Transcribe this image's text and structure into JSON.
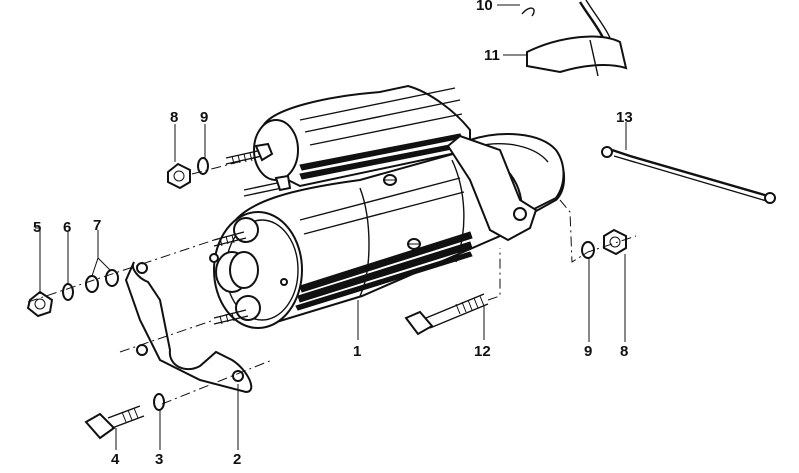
{
  "diagram": {
    "callouts": {
      "c1": "1",
      "c2": "2",
      "c3": "3",
      "c4": "4",
      "c5": "5",
      "c6": "6",
      "c7": "7",
      "c8_left": "8",
      "c9_left": "9",
      "c8_right": "8",
      "c9_right": "9",
      "c10": "10",
      "c11": "11",
      "c12": "12",
      "c13": "13"
    },
    "colors": {
      "ink": "#111111",
      "paper": "#ffffff"
    }
  }
}
